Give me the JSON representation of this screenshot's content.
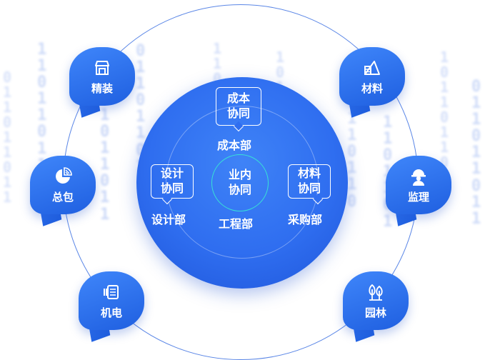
{
  "center": {
    "line1": "业内",
    "line2": "协同"
  },
  "nodes": [
    {
      "id": "cost",
      "bubble_line1": "成本",
      "bubble_line2": "协同",
      "dept": "成本部"
    },
    {
      "id": "design",
      "bubble_line1": "设计",
      "bubble_line2": "协同",
      "dept": "设计部"
    },
    {
      "id": "purchase",
      "bubble_line1": "材料",
      "bubble_line2": "协同",
      "dept": "采购部"
    },
    {
      "id": "engineering",
      "dept": "工程部"
    }
  ],
  "partners": [
    {
      "id": "decoration",
      "label": "精装",
      "icon": "storefront-icon"
    },
    {
      "id": "general",
      "label": "总包",
      "icon": "pie-chart-icon"
    },
    {
      "id": "electromechanical",
      "label": "机电",
      "icon": "machine-icon"
    },
    {
      "id": "materials",
      "label": "材料",
      "icon": "materials-icon"
    },
    {
      "id": "supervision",
      "label": "监理",
      "icon": "hardhat-worker-icon"
    },
    {
      "id": "landscape",
      "label": "园林",
      "icon": "trees-icon"
    }
  ],
  "colors": {
    "core_blue": "#2f6ef0",
    "badge_blue": "#2563eb",
    "center_ring": "#38e1d6",
    "binary_text": "#b9cbf5"
  }
}
